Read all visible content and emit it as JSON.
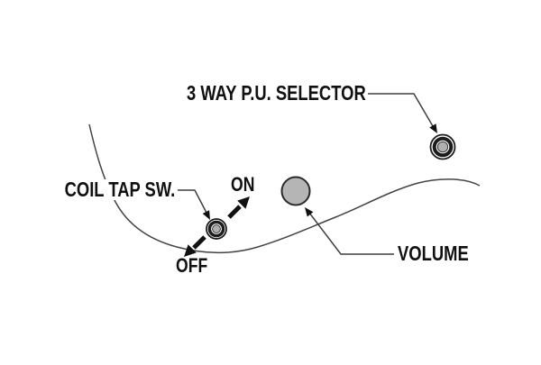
{
  "diagram": {
    "kind": "guitar-controls-callout-diagram",
    "background_color": "#ffffff",
    "colors": {
      "text": "#111111",
      "thin_line": "#3f3f3f",
      "body_outline": "#444444",
      "arrow": "#111111",
      "knob_ring": "#1c1c1c",
      "knob_center_gray": "#b0b0b0",
      "volume_knob_fill": "#b5b5b5"
    },
    "labels": {
      "pickup_selector": "3 WAY P.U. SELECTOR",
      "coil_tap_switch": "COIL TAP SW.",
      "switch_on": "ON",
      "switch_off": "OFF",
      "volume": "VOLUME"
    },
    "controls": [
      {
        "name": "3-way-pickup-selector-knob",
        "style": "concentric ring knob"
      },
      {
        "name": "coil-tap-switch-knob",
        "style": "concentric ring knob"
      },
      {
        "name": "volume-knob",
        "style": "flat gray knob"
      }
    ]
  }
}
